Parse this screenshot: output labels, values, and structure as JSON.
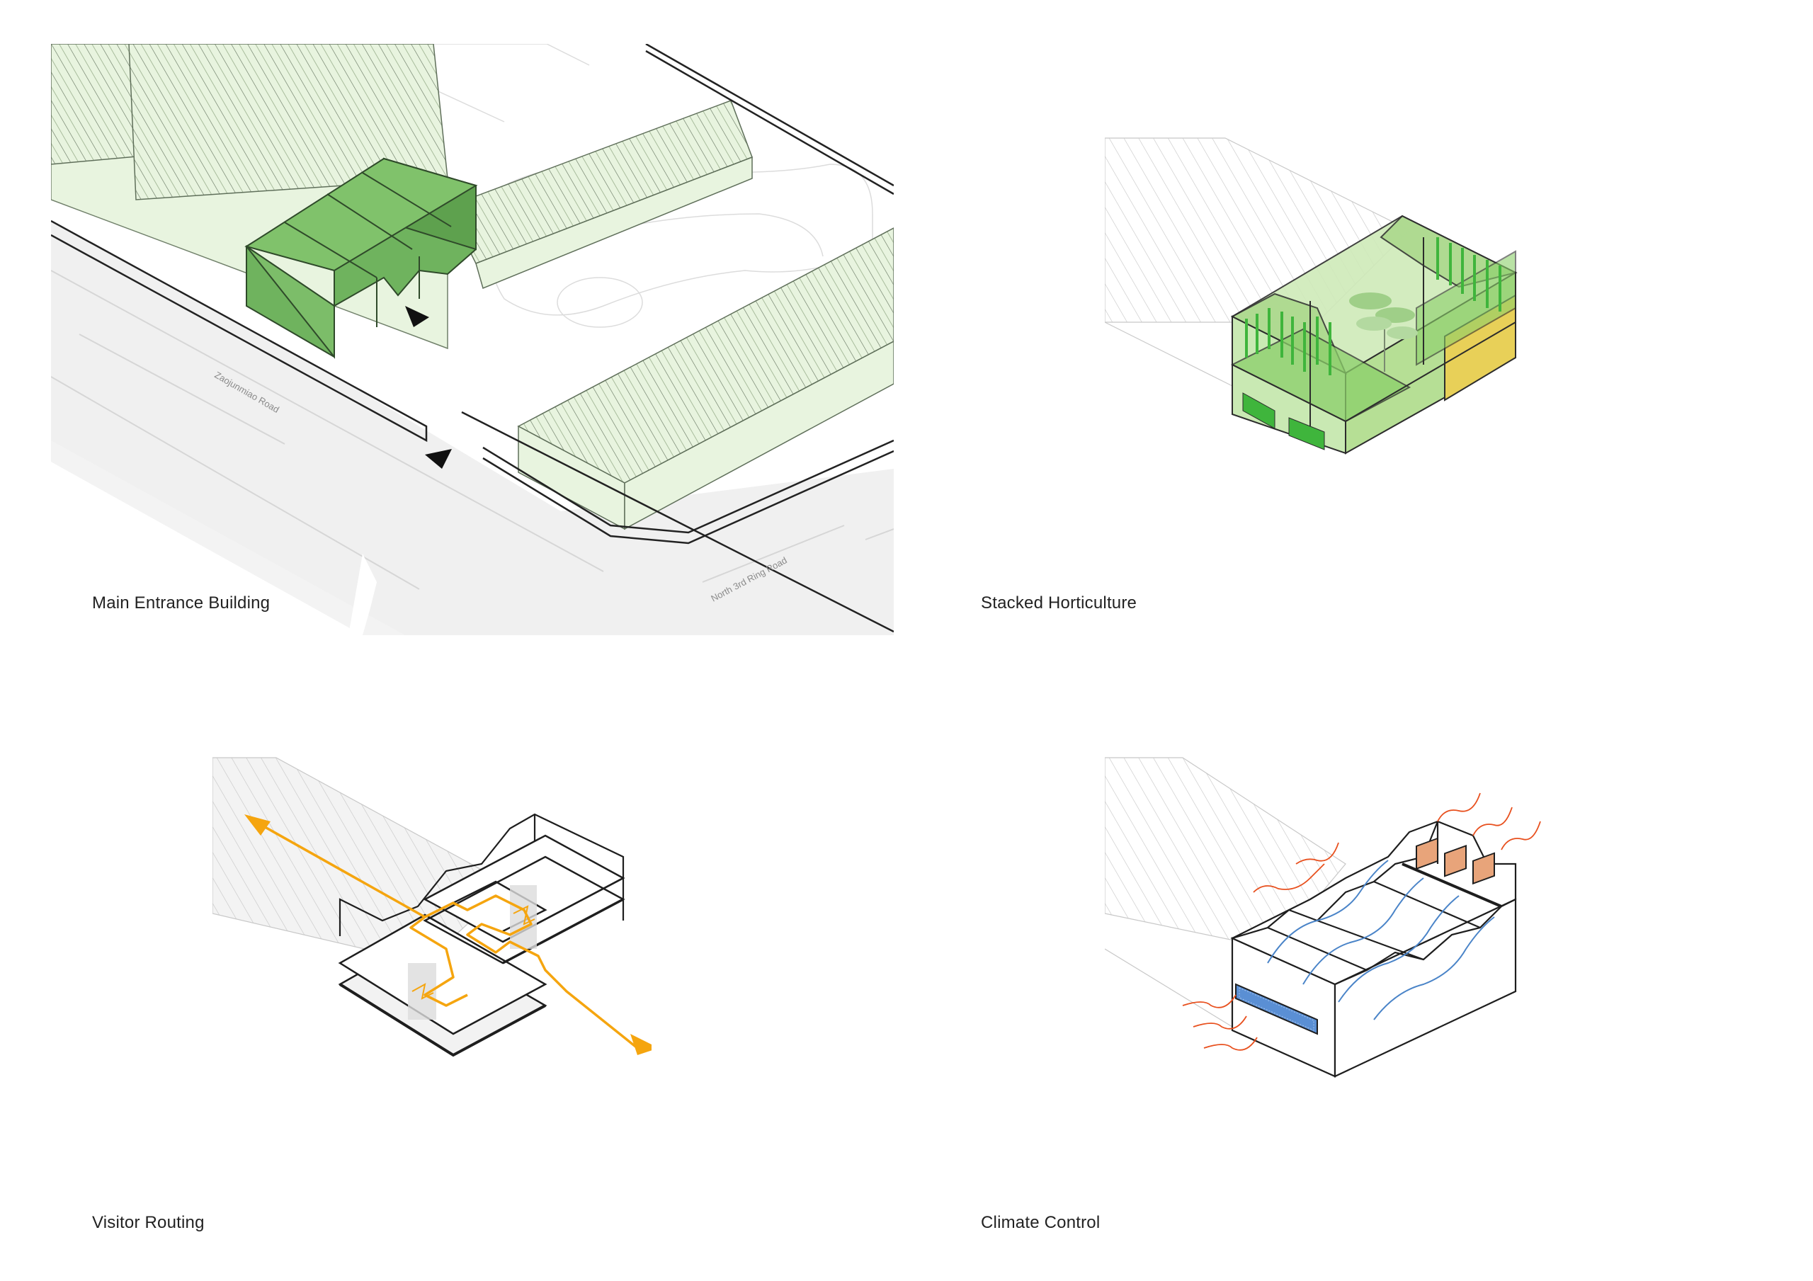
{
  "panels": {
    "entrance": {
      "title": "Main Entrance Building",
      "road_1": "Zaojunmiao Road",
      "road_2": "North 3rd Ring Road"
    },
    "horticulture": {
      "title": "Stacked Horticulture"
    },
    "routing": {
      "title": "Visitor Routing"
    },
    "climate": {
      "title": "Climate Control"
    }
  },
  "colors": {
    "building_green": "#6fb35e",
    "light_green": "#e6f3da",
    "pale_green": "#c9e9b3",
    "plant_green": "#3fb53c",
    "route_orange": "#f5a50f",
    "heat_orange": "#e8501e",
    "air_blue": "#4a84c8",
    "ground_grey": "#f0f0f0",
    "soil_yellow": "#e8d058"
  }
}
